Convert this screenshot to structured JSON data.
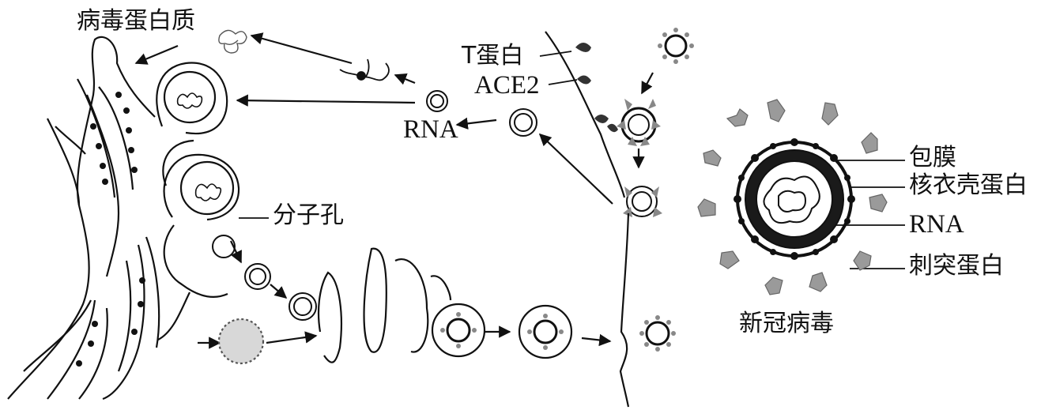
{
  "labels": {
    "viral_protein": "病毒蛋白质",
    "nuclear_pore": "分子孔",
    "rna_cytoplasm": "RNA",
    "t_protein": "T蛋白",
    "ace2": "ACE2",
    "envelope": "包膜",
    "nucleocapsid_protein": "核衣壳蛋白",
    "rna_virion": "RNA",
    "spike_protein": "刺突蛋白",
    "virus_name": "新冠病毒"
  },
  "colors": {
    "stroke": "#111111",
    "spike_fill": "#9a9a9a",
    "vesicle_fill": "#d8d8d8"
  }
}
